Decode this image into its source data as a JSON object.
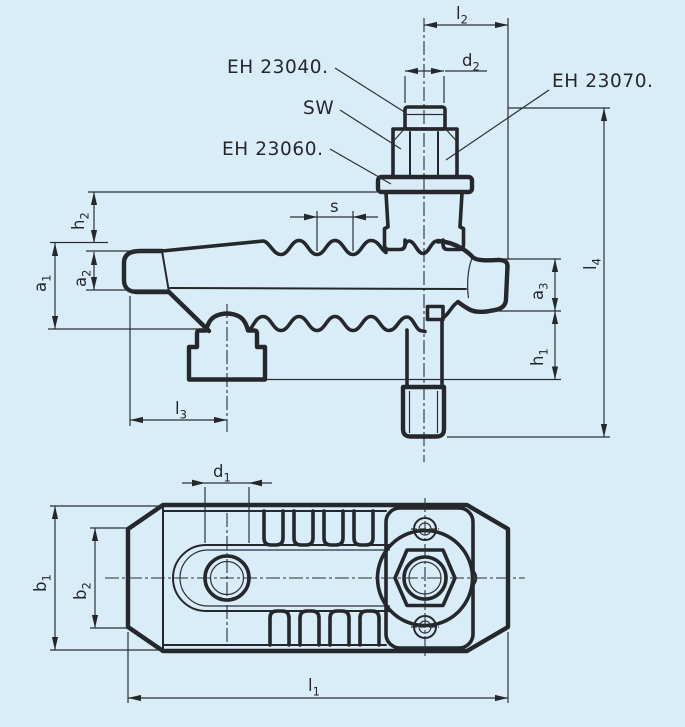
{
  "colors": {
    "background": "#d9edf9",
    "line": "#24272b"
  },
  "part_labels": {
    "eh23040": "EH 23040.",
    "sw": "SW",
    "eh23060": "EH 23060.",
    "eh23070": "EH 23070."
  },
  "dimensions": {
    "l2": {
      "base": "l",
      "sub": "2"
    },
    "d2": {
      "base": "d",
      "sub": "2"
    },
    "s": {
      "base": "s",
      "sub": ""
    },
    "h2": {
      "base": "h",
      "sub": "2"
    },
    "a1": {
      "base": "a",
      "sub": "1"
    },
    "a2": {
      "base": "a",
      "sub": "2"
    },
    "a3": {
      "base": "a",
      "sub": "3"
    },
    "h1": {
      "base": "h",
      "sub": "1"
    },
    "l3": {
      "base": "l",
      "sub": "3"
    },
    "l4": {
      "base": "l",
      "sub": "4"
    },
    "d1": {
      "base": "d",
      "sub": "1"
    },
    "b1": {
      "base": "b",
      "sub": "1"
    },
    "b2": {
      "base": "b",
      "sub": "2"
    },
    "l1": {
      "base": "l",
      "sub": "1"
    }
  }
}
